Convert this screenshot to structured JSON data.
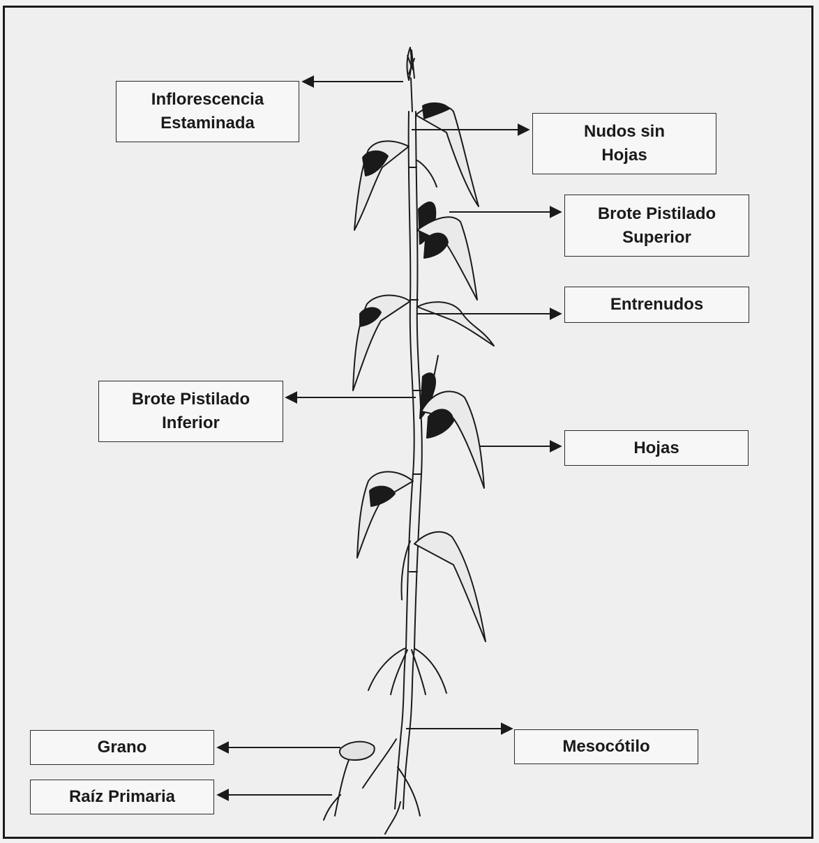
{
  "diagram": {
    "labels": {
      "inflorescencia": "Inflorescencia\nEstaminada",
      "nudos": "Nudos sin\nHojas",
      "brote_superior": "Brote Pistilado\nSuperior",
      "entrenudos": "Entrenudos",
      "brote_inferior": "Brote Pistilado\nInferior",
      "hojas": "Hojas",
      "mesocotilo": "Mesocótilo",
      "grano": "Grano",
      "raiz": "Raíz Primaria"
    },
    "colors": {
      "ink": "#1a1a1a",
      "box_fill": "#f7f7f7",
      "background": "#efefef"
    }
  }
}
